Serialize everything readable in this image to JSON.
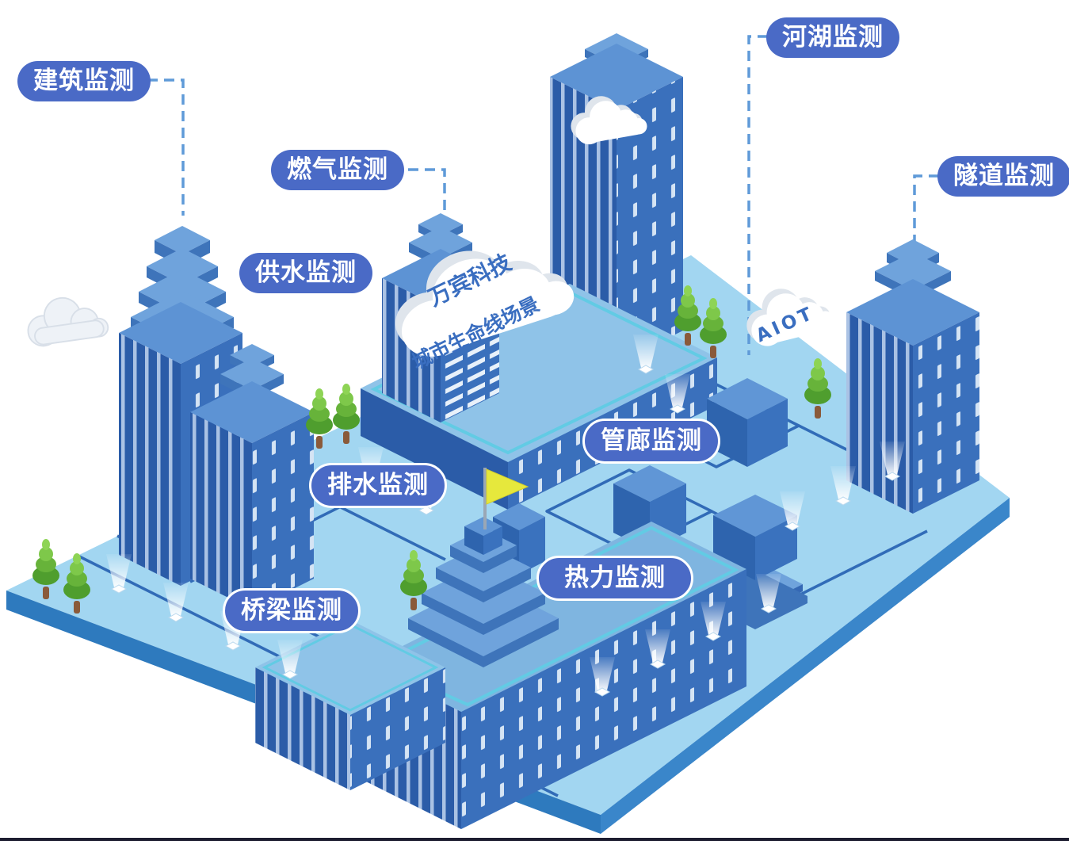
{
  "labels": [
    {
      "id": "building",
      "text": "建筑监测"
    },
    {
      "id": "gas",
      "text": "燃气监测"
    },
    {
      "id": "water_supply",
      "text": "供水监测"
    },
    {
      "id": "river_lake",
      "text": "河湖监测"
    },
    {
      "id": "tunnel",
      "text": "隧道监测"
    },
    {
      "id": "pipe_gallery",
      "text": "管廊监测"
    },
    {
      "id": "drainage",
      "text": "排水监测"
    },
    {
      "id": "heating",
      "text": "热力监测"
    },
    {
      "id": "bridge",
      "text": "桥梁监测"
    }
  ],
  "clouds": {
    "brand": {
      "line1": "万宾科技",
      "line2": "城市生命线场景"
    },
    "aiot": "AIOT"
  },
  "colors": {
    "label_bg": "#4a6ac6",
    "label_text": "#ffffff",
    "connector": "#5f9ad8",
    "cloud_text": "#3a6ec0",
    "platform_top": "#a2d6f1",
    "platform_side": "#2e7abe",
    "building_face_left": "#2b5ca8",
    "building_face_right": "#3a70bc",
    "building_top": "#5d93d4",
    "road_line": "#2b66b4",
    "tree_green": "#72bc3b",
    "flag_yellow": "#e6e83c"
  }
}
